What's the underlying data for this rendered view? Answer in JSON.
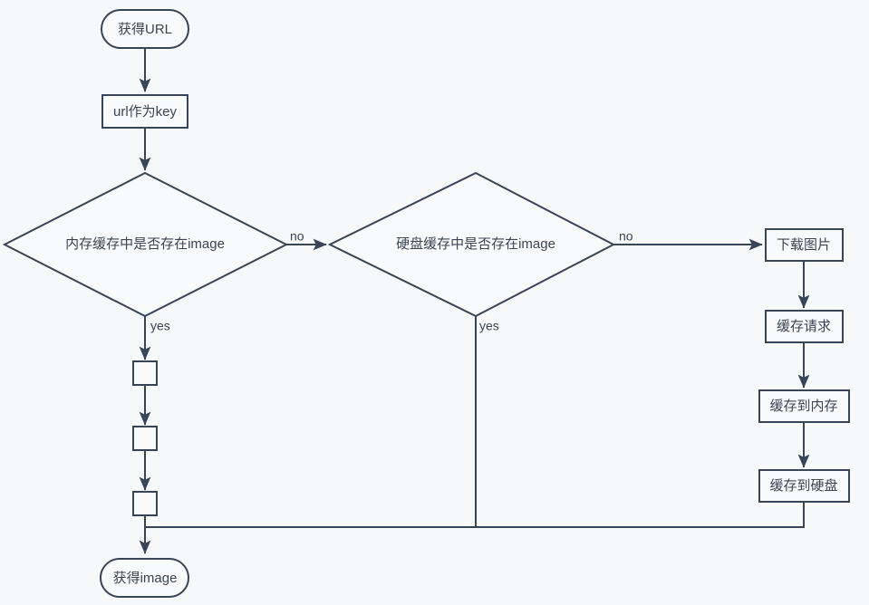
{
  "diagram": {
    "type": "flowchart",
    "title": "image cache lookup flow",
    "background_color": "#f7f8fa",
    "stroke_color": "#384457",
    "fill_color": "#f8fafb",
    "text_color": "#3b4455",
    "nodes": [
      {
        "id": "start",
        "shape": "terminator",
        "label": "获得URL"
      },
      {
        "id": "url_key",
        "shape": "process",
        "label": "url作为key"
      },
      {
        "id": "mem_check",
        "shape": "decision",
        "label": "内存缓存中是否存在image"
      },
      {
        "id": "disk_check",
        "shape": "decision",
        "label": "硬盘缓存中是否存在image"
      },
      {
        "id": "download",
        "shape": "process",
        "label": "下载图片"
      },
      {
        "id": "cache_req",
        "shape": "process",
        "label": "缓存请求"
      },
      {
        "id": "cache_mem",
        "shape": "process",
        "label": "缓存到内存"
      },
      {
        "id": "cache_disk",
        "shape": "process",
        "label": "缓存到硬盘"
      },
      {
        "id": "step_box_1",
        "shape": "process",
        "label": ""
      },
      {
        "id": "step_box_2",
        "shape": "process",
        "label": ""
      },
      {
        "id": "step_box_3",
        "shape": "process",
        "label": ""
      },
      {
        "id": "end",
        "shape": "terminator",
        "label": "获得image"
      }
    ],
    "edge_labels": {
      "mem_no": "no",
      "mem_yes": "yes",
      "disk_no": "no",
      "disk_yes": "yes"
    }
  }
}
